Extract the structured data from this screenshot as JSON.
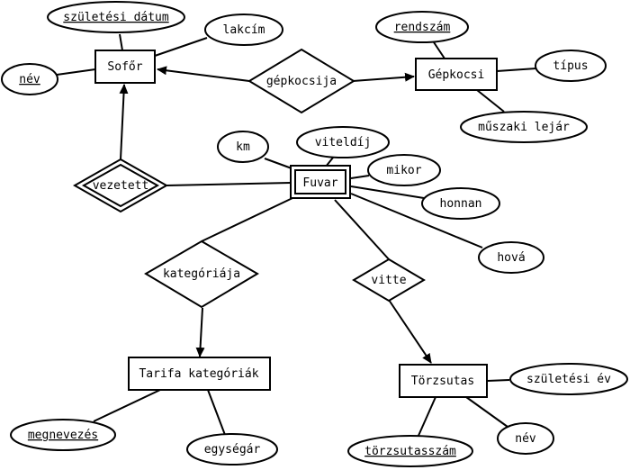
{
  "entities": {
    "sofor": "Sofőr",
    "gepkocsi": "Gépkocsi",
    "fuvar": "Fuvar",
    "tarifa": "Tarifa kategóriák",
    "torzsutas": "Törzsutas"
  },
  "relationships": {
    "gepkocsija": "gépkocsija",
    "vezetett": "vezetett",
    "kategoriaja": "kategóriája",
    "vitte": "vitte"
  },
  "attributes": {
    "szuletesi_datum": "születési dátum",
    "lakcim": "lakcím",
    "nev_sofor": "név",
    "rendszam": "rendszám",
    "tipus": "típus",
    "muszaki_lejar": "műszaki lejár",
    "km": "km",
    "viteldij": "viteldíj",
    "mikor": "mikor",
    "honnan": "honnan",
    "hova": "hová",
    "megnevezes": "megnevezés",
    "egysegar": "egységár",
    "szuletesi_ev": "születési év",
    "nev_torzsutas": "név",
    "torzsutasszam": "törzsutasszám"
  }
}
